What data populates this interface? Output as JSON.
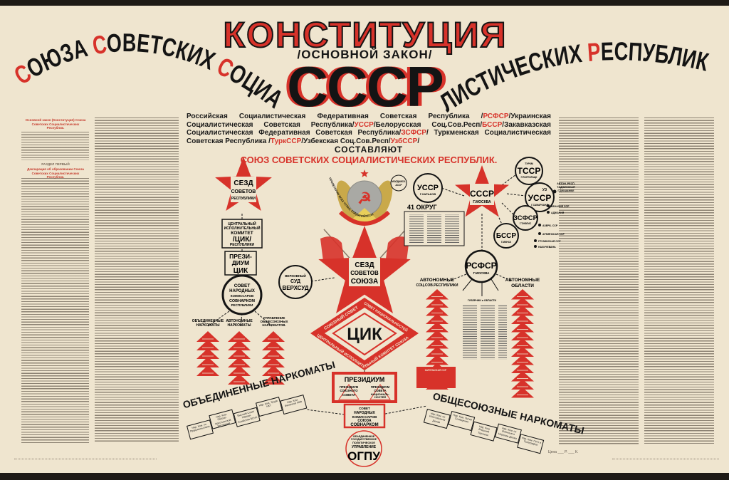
{
  "title": {
    "main": "КОНСТИТУЦИЯ",
    "subtitle": "/ОСНОВНОЙ ЗАКОН/",
    "abbr": "СССР",
    "arc_left": "СОЮЗА СОВЕТСКИХ СОЦИА",
    "arc_right": "ЛИСТИЧЕСКИХ РЕСПУБЛИК"
  },
  "intro": {
    "segments": [
      {
        "text": "Российская Социалистическая Федеративная Советская Республика /",
        "red": false
      },
      {
        "text": "РСФСР",
        "red": true
      },
      {
        "text": "/Украинская Социалистическая Советская Республика/",
        "red": false
      },
      {
        "text": "УССР",
        "red": true
      },
      {
        "text": "/Белорусская Соц.Сов.Респ/",
        "red": false
      },
      {
        "text": "БССР",
        "red": true
      },
      {
        "text": "/Закавказская Социалистическая Федеративная Советская Республика/",
        "red": false
      },
      {
        "text": "ЗСФСР",
        "red": true
      },
      {
        "text": "/ Туркменская Социалистическая Советская Республика /",
        "red": false
      },
      {
        "text": "ТуркССР",
        "red": true
      },
      {
        "text": "/Узбекская Соц.Сов.Респ/",
        "red": false
      },
      {
        "text": "УзбССР",
        "red": true
      },
      {
        "text": "/",
        "red": false
      }
    ],
    "compose": "СОСТАВЛЯЮТ",
    "union": "СОЮЗ СОВЕТСКИХ СОЦИАЛИСТИЧЕСКИХ РЕСПУБЛИК."
  },
  "left_text": {
    "heading": "Основной закон (Конституция) Союза Советских Социалистических Республик.",
    "section": "РАЗДЕЛ ПЕРВЫЙ",
    "declaration": "Декларация об образовании Союза Советских Социалистических Республик."
  },
  "republic_branch": {
    "congress": [
      "СЕЗД",
      "СОВЕТОВ",
      "РЕСПУБЛИКИ"
    ],
    "cik": [
      "ЦЕНТРАЛЬНЫЙ",
      "ИСПОЛНИТЕЛЬНЫЙ",
      "КОМИТЕТ",
      "/ЦИК/",
      "РЕСПУБЛИКИ"
    ],
    "presidium": [
      "ПРЕЗИ-",
      "ДИУМ",
      "ЦИК"
    ],
    "sovnarkom": [
      "СОВЕТ",
      "НАРОДНЫХ",
      "КОМИССАРОВ",
      "СОВНАРКОМ",
      "РЕСПУБЛИКИ"
    ],
    "columns": [
      {
        "label": [
          "ОБЪЕДИНЕННЫЕ",
          "НАРКОМАТЫ"
        ],
        "count": 5
      },
      {
        "label": [
          "АВТОНОМНЫЕ",
          "НАРКОМАТЫ"
        ],
        "count": 6
      },
      {
        "label": [
          "УПРАВЛЕНИЕ",
          "ОБЩЕСОЮЗНЫХ",
          "НАРКОМАТОВ."
        ],
        "count": 6
      }
    ]
  },
  "union_branch": {
    "emblem_motto": "ПРОЛЕТАРИИ ВСЕХ СТРАН, СОЕДИНЯЙТЕСЬ!",
    "congress": [
      "СЕЗД",
      "СОВЕТОВ",
      "СОЮЗА"
    ],
    "supreme_court": [
      "ВЕРХОВНЫЙ",
      "СУД",
      "ВЕРХСУД"
    ],
    "cik": "ЦИК",
    "union_council": "СОЮЗНЫЙ СОВЕТ",
    "nationalities_council": "СОВЕТ НАЦИОНАЛЬНОСТЕЙ",
    "cik_full": "ЦЕНТРАЛЬНЫЙ ИСПОЛНИТЕЛЬНЫЙ КОМИТЕТ СОЮЗА",
    "presidium": "ПРЕЗИДИУМ",
    "presidium_union": [
      "ПРЕЗИДИУМ",
      "СОЮЗНОГО",
      "СОВЕТА"
    ],
    "presidium_nat": [
      "ПРЕЗИДИУМ",
      "СОВЕТА",
      "НАЦИОНАЛЬ-",
      "НОСТЕЙ"
    ],
    "sovnarkom": [
      "СОВЕТ",
      "НАРОДНЫХ",
      "КОМИССАРОВ",
      "СОЮЗА",
      "СОВНАРКОМ"
    ],
    "ogpu": [
      "ОБЪЕДИНЕННОЕ",
      "ГОСУДАРСТВЕННОЕ",
      "ПОЛИТИЧЕСКОЕ",
      "УПРАВЛЕНИЕ",
      "ОГПУ"
    ],
    "united_commissariats": "ОБЪЕДИНЕННЫЕ НАРКОМАТЫ",
    "allunion_commissariats": "ОБЩЕСОЮЗНЫЕ НАРКОМАТЫ",
    "united_panels": [
      "Нар. Ком. по Продовольствию",
      "Нар. Ком. Рабоче-Крестьянской Инспекции",
      "Высший Совет Народн. Хозяйства ВСНХ",
      "Нар. Ком. Труда НКТ",
      "Нар. Ком. Финансов НКФ"
    ],
    "allunion_panels": [
      "Нар. Ком. по Иностранным Делам",
      "Нар. Ком. Путей Сообщения",
      "Нар. Ком. Внешней Торговли",
      "Нар. Ком. по Военным и Морским Делам",
      "Нар. Ком. Почт и Телеграфов"
    ]
  },
  "federation": {
    "ussr": [
      "СССР",
      "Г.МОСКВА"
    ],
    "ukr": [
      "УССР",
      "Г.ХАРЬКОВ"
    ],
    "mold": [
      "МОЛДАВСК.",
      "АССР"
    ],
    "okrug": "41 ОКРУГ",
    "turk": [
      "ТУРКМ",
      "ТССР",
      "Г.ПОЛТОРАЦК"
    ],
    "uzb": [
      "УЗ",
      "УССР",
      "Г.САМАРКАНД"
    ],
    "zsfsr": [
      "ЗСФСР",
      "Г.ТИФЛИС"
    ],
    "bssr": [
      "БССР",
      "Г.МИНСК"
    ],
    "tajik": [
      "АВТОН. РЕСП.",
      "ТАДЖИКСКАЯ",
      "Г.ДЮШАМБЕ"
    ],
    "caucasus": [
      "АБХАЗИЯ ССР",
      "АДЖАРИЯ",
      "АЗЕРБ. ССР",
      "АРМЯНСКАЯ ССР",
      "ГРУЗИНСКАЯ ССР",
      "НАХИЧЕВАНЬ"
    ],
    "rsfsr": [
      "РСФСР",
      "Г.МОСКВА"
    ],
    "auto_republics": [
      "АВТОНОМНЫЕ",
      "СОЦ.СОВ.РЕСПУБЛИКИ"
    ],
    "auto_regions": [
      "АВТОНОМНЫЕ",
      "ОБЛАСТИ"
    ],
    "auto_republics_count": 12,
    "auto_regions_count": 13,
    "gubernii": "ГУБЕРНИИ и ОБЛАСТИ",
    "karelia": "КАРЕЛЬСКАЯ ССР"
  },
  "footer": {
    "price": "Цена ___ Р. ___ К."
  },
  "colors": {
    "red": "#d7322a",
    "black": "#141414",
    "paper": "#efe5cf"
  }
}
